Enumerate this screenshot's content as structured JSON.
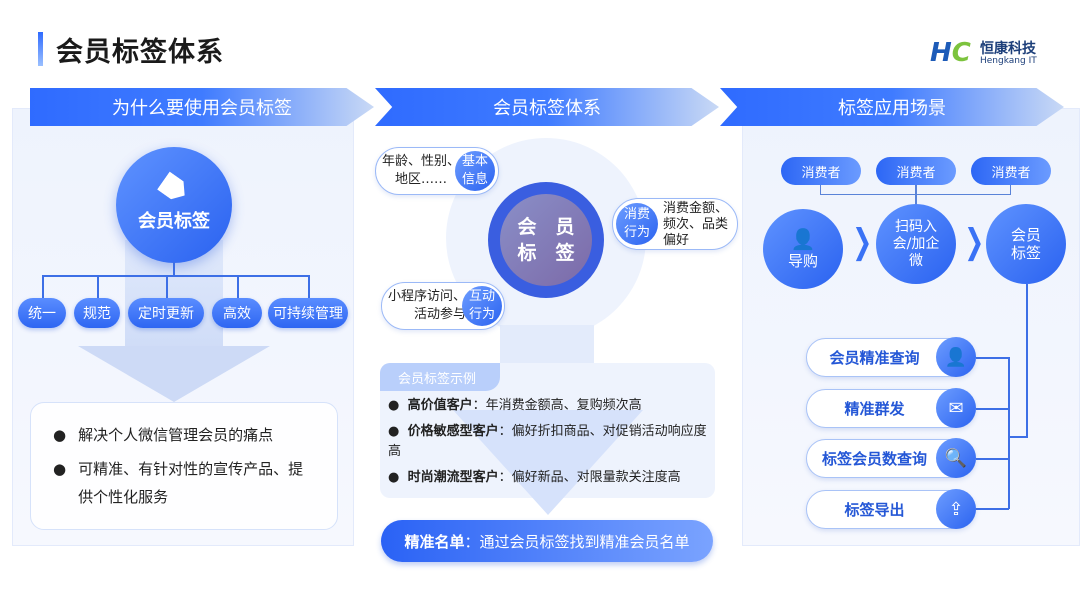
{
  "title": "会员标签体系",
  "logo": {
    "mark": "HC",
    "cn": "恒康科技",
    "en": "Hengkang IT"
  },
  "headers": [
    "为什么要使用会员标签",
    "会员标签体系",
    "标签应用场景"
  ],
  "left": {
    "center": "会员标签",
    "nodes": [
      "统一",
      "规范",
      "定时更新",
      "高效",
      "可持续管理"
    ],
    "bullets": [
      "解决个人微信管理会员的痛点",
      "可精准、有针对性的宣传产品、提供个性化服务"
    ]
  },
  "middle": {
    "center": [
      "会　员",
      "标　签"
    ],
    "pills": [
      {
        "label": "基本信息",
        "text": "年龄、性别、地区……"
      },
      {
        "label": "消费行为",
        "text": "消费金额、频次、品类偏好"
      },
      {
        "label": "互动行为",
        "text": "小程序访问、活动参与"
      }
    ],
    "example_title": "会员标签示例",
    "examples": [
      {
        "bold": "高价值客户",
        "text": "：年消费金额高、复购频次高"
      },
      {
        "bold": "价格敏感型客户",
        "text": "：偏好折扣商品、对促销活动响应度高"
      },
      {
        "bold": "时尚潮流型客户",
        "text": "：偏好新品、对限量款关注度高"
      }
    ],
    "result_bold": "精准名单",
    "result_text": "：通过会员标签找到精准会员名单"
  },
  "right": {
    "consumers": [
      "消费者",
      "消费者",
      "消费者"
    ],
    "flow": [
      "导购",
      "扫码入会/加企微",
      "会员标签"
    ],
    "actions": [
      "会员精准查询",
      "精准群发",
      "标签会员数查询",
      "标签导出"
    ]
  }
}
